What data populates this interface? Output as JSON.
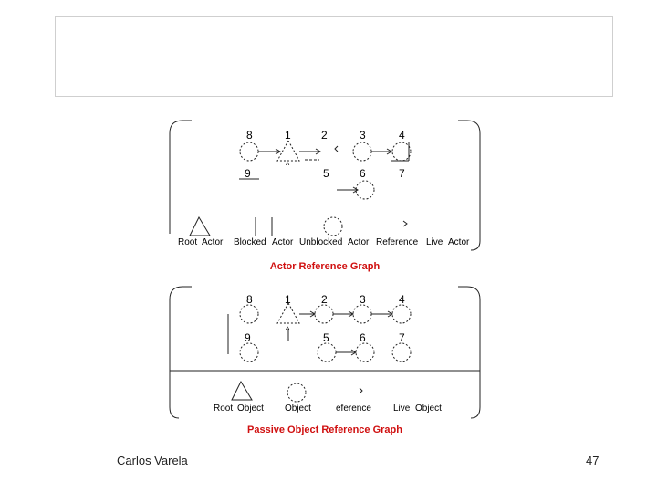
{
  "footer": {
    "author": "Carlos Varela",
    "page_number": "47"
  },
  "actor_graph": {
    "caption": "Actor Reference Graph",
    "node_labels": [
      "8",
      "1",
      "2",
      "3",
      "4",
      "9",
      "5",
      "6",
      "7"
    ],
    "legend": {
      "root": "Root",
      "actor": "Actor",
      "blocked": "Blocked",
      "actor2": "Actor",
      "unblocked": "Unblocked",
      "actor3": "Actor",
      "reference": "Reference",
      "live": "Live",
      "actor4": "Actor"
    }
  },
  "object_graph": {
    "caption": "Passive Object Reference Graph",
    "node_labels": [
      "8",
      "1",
      "2",
      "3",
      "4",
      "9",
      "5",
      "6",
      "7"
    ],
    "legend": {
      "root": "Root",
      "object": "Object",
      "object2": "Object",
      "reference": "eference",
      "live": "Live",
      "object3": "Object"
    }
  },
  "colors": {
    "caption": "#d01010",
    "stroke": "#222222"
  }
}
